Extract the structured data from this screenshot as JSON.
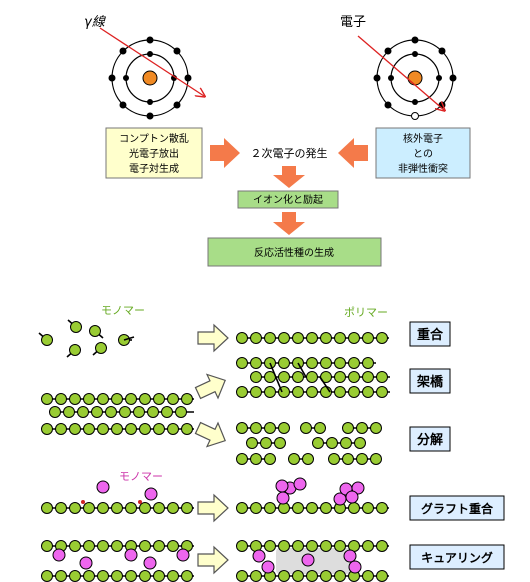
{
  "top": {
    "gamma_label": "γ線",
    "electron_label": "電子",
    "left_box": [
      "コンプトン散乱",
      "光電子放出",
      "電子対生成"
    ],
    "right_box": [
      "核外電子",
      "との",
      "非弾性衝突"
    ],
    "center_label": "２次電子の発生",
    "step1": "イオン化と励起",
    "step2": "反応活性種の生成"
  },
  "bottom": {
    "monomer_label": "モノマー",
    "polymer_label": "ポリマー",
    "monomer_label_2": "モノマー",
    "processes": [
      {
        "label": "重合"
      },
      {
        "label": "架橋"
      },
      {
        "label": "分解"
      },
      {
        "label": "グラフト重合"
      },
      {
        "label": "キュアリング"
      }
    ]
  },
  "colors": {
    "bead": "#99cc33",
    "graft": "#ee66ee",
    "box_yellow": "#ffffcc",
    "box_blue": "#cceeff",
    "step_green": "#a8dd88",
    "arrow_orange": "#f47a4a",
    "label_blue": "#ddeeff",
    "monomer_green": "#66aa22",
    "monomer_magenta": "#cc33aa",
    "nucleus": "#f08a24",
    "ray": "#dd2222"
  }
}
